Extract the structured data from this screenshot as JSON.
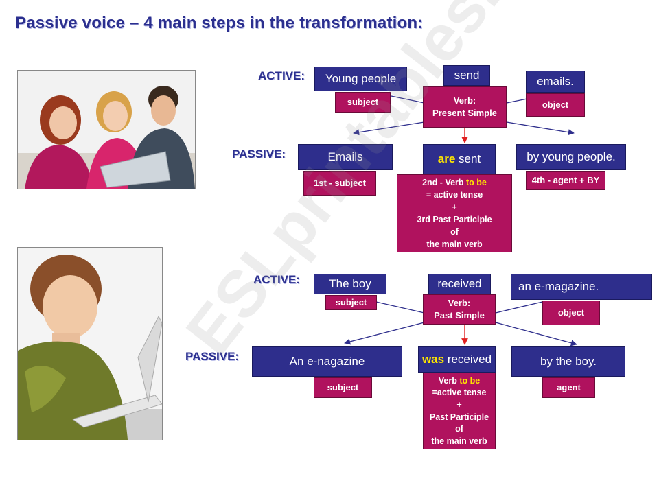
{
  "title": "Passive voice – 4 main steps in the transformation:",
  "watermark": "ESLprintables.com",
  "colors": {
    "box_blue": "#2e2e8c",
    "box_magenta": "#b0125e",
    "highlight": "#ffe600",
    "label": "#2b2f8f",
    "arrow_red": "#e02020",
    "arrow_blue": "#2e2e8c"
  },
  "example1": {
    "active_label": "ACTIVE:",
    "passive_label": "PASSIVE:",
    "active": {
      "subject": "Young people",
      "subject_tag": "subject",
      "verb": "send",
      "verb_tag_1": "Verb:",
      "verb_tag_2": "Present Simple",
      "object": "emails.",
      "object_tag": "object"
    },
    "passive": {
      "subject": "Emails",
      "subject_tag": "1st -   subject",
      "verb_aux": "are",
      "verb_rest": " sent",
      "verb_note": {
        "l1_prefix": "2nd - Verb ",
        "l1_highlight": "to be",
        "l2": "= active tense",
        "l3": "+",
        "l4": "3rd Past Participle",
        "l5": "of",
        "l6": "the main verb"
      },
      "agent": "by young people.",
      "agent_tag": "4th -  agent + BY"
    }
  },
  "example2": {
    "active_label": "ACTIVE:",
    "passive_label": "PASSIVE:",
    "active": {
      "subject": "The boy",
      "subject_tag": "subject",
      "verb": "received",
      "verb_tag_1": "Verb:",
      "verb_tag_2": "Past Simple",
      "object": "an e-magazine.",
      "object_tag": "object"
    },
    "passive": {
      "subject": "An e-nagazine",
      "subject_tag": "subject",
      "verb_aux": "was",
      "verb_rest": " received",
      "verb_note": {
        "l1_prefix": "Verb ",
        "l1_highlight": "to be",
        "l2": "=active tense",
        "l3": "+",
        "l4": "Past Participle",
        "l5": "of",
        "l6": "the main verb"
      },
      "agent": "by the boy.",
      "agent_tag": "agent"
    }
  }
}
